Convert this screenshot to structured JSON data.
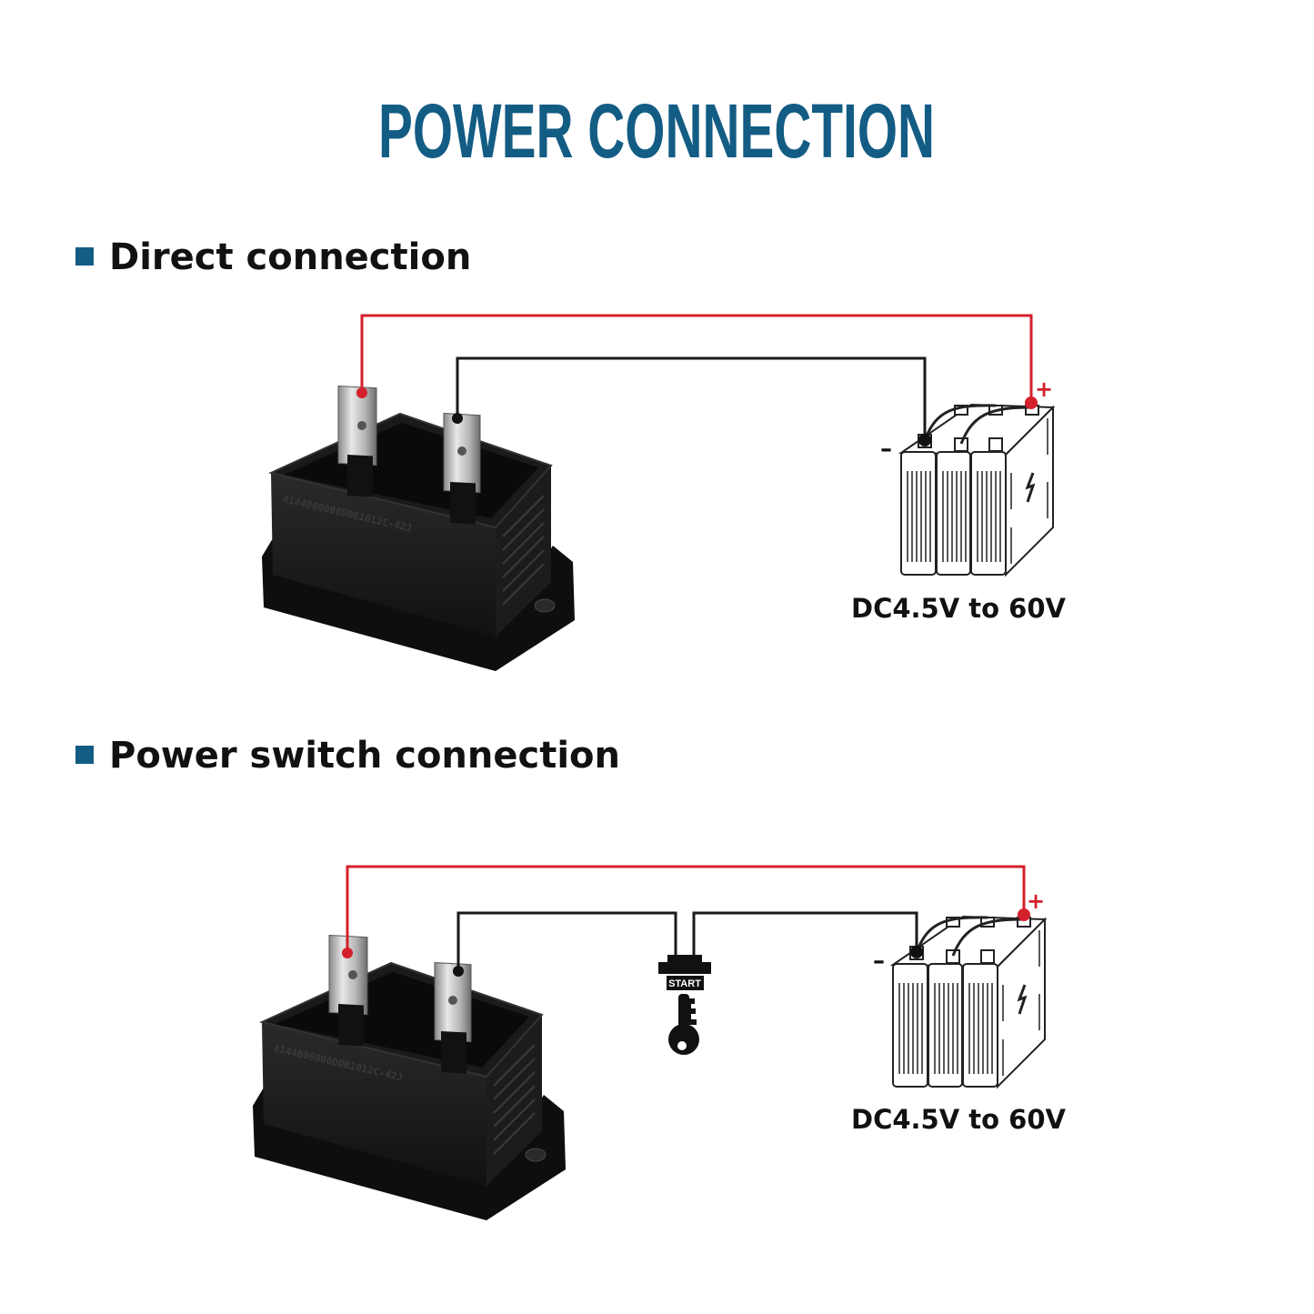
{
  "title": "POWER CONNECTION",
  "colors": {
    "title": "#135c84",
    "bullet": "#135c84",
    "positive_wire": "#d4202c",
    "negative_wire": "#1a1a1a"
  },
  "sections": [
    {
      "heading": "Direct connection",
      "voltage_label": "DC4.5V to 60V",
      "positive_sign": "+",
      "negative_sign": "–",
      "device_marking": "4144000000DDB1012C-42J"
    },
    {
      "heading": "Power switch connection",
      "voltage_label": "DC4.5V to 60V",
      "positive_sign": "+",
      "negative_sign": "–",
      "device_marking": "4144000000DDB1012C-42J",
      "switch_label": "START",
      "switch_icon": "ignition-key-icon"
    }
  ]
}
